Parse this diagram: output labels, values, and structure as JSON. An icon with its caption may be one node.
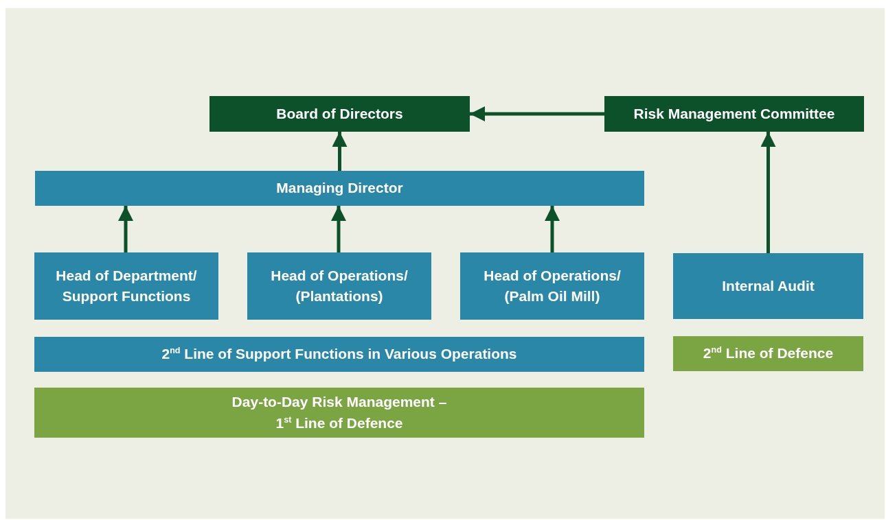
{
  "diagram": {
    "nodes": [
      {
        "text": [
          "Board of Directors"
        ]
      },
      {
        "text": [
          "Risk Management Committee"
        ]
      },
      {
        "text": [
          "Managing Director"
        ]
      },
      {
        "text": [
          "Head of Department/ Support Functions"
        ]
      },
      {
        "text": [
          "Head of Operations/ (Plantations)"
        ]
      },
      {
        "text": [
          "Head of Operations/ (Palm Oil Mill)"
        ]
      },
      {
        "text": [
          "Internal Audit"
        ]
      },
      {
        "text": [
          "2$^{nd}$ Line of Support Functions in Various Operations"
        ]
      },
      {
        "text": [
          "Day-to-Day Risk Management – 1$^{st}$ Line of Defence"
        ]
      },
      {
        "text": [
          "2$^{nd}$ Line of Defence"
        ]
      }
    ],
    "edges": [
      {
        "from": 1,
        "to": 0,
        "arrow": "to"
      },
      {
        "from": 2,
        "to": 0,
        "arrow": "to"
      },
      {
        "from": 3,
        "to": 2,
        "arrow": "to"
      },
      {
        "from": 4,
        "to": 2,
        "arrow": "to"
      },
      {
        "from": 5,
        "to": 2,
        "arrow": "to"
      },
      {
        "from": 6,
        "to": 1,
        "arrow": "to"
      }
    ]
  }
}
